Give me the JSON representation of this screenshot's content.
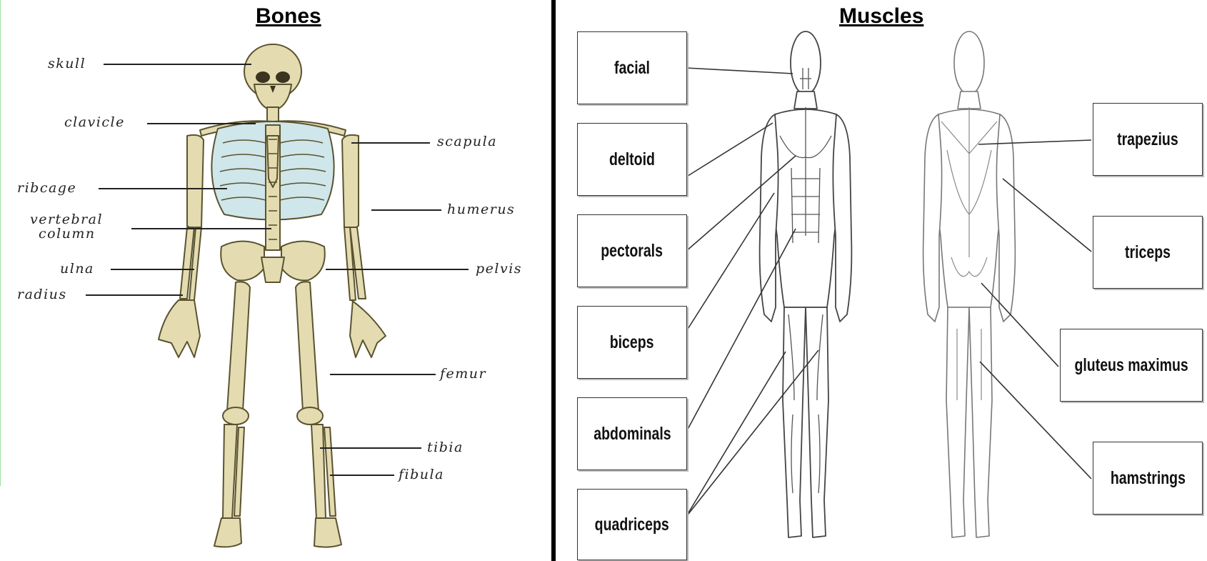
{
  "bones": {
    "title": "Bones",
    "labels": {
      "skull": "skull",
      "clavicle": "clavicle",
      "scapula": "scapula",
      "ribcage": "ribcage",
      "vertebral_line1": "vertebral",
      "vertebral_line2": "column",
      "humerus": "humerus",
      "ulna": "ulna",
      "pelvis": "pelvis",
      "radius": "radius",
      "femur": "femur",
      "tibia": "tibia",
      "fibula": "fibula"
    }
  },
  "muscles": {
    "title": "Muscles",
    "left_boxes": {
      "facial": "facial",
      "deltoid": "deltoid",
      "pectorals": "pectorals",
      "biceps": "biceps",
      "abdominals": "abdominals",
      "quadriceps": "quadriceps"
    },
    "right_boxes": {
      "trapezius": "trapezius",
      "triceps": "triceps",
      "gluteus_maximus": "gluteus maximus",
      "hamstrings": "hamstrings"
    }
  },
  "colors": {
    "bone": "#e4dcb0",
    "bone_outline": "#5a5330",
    "rib_fill": "#cfe6ea",
    "divider": "#000000"
  }
}
